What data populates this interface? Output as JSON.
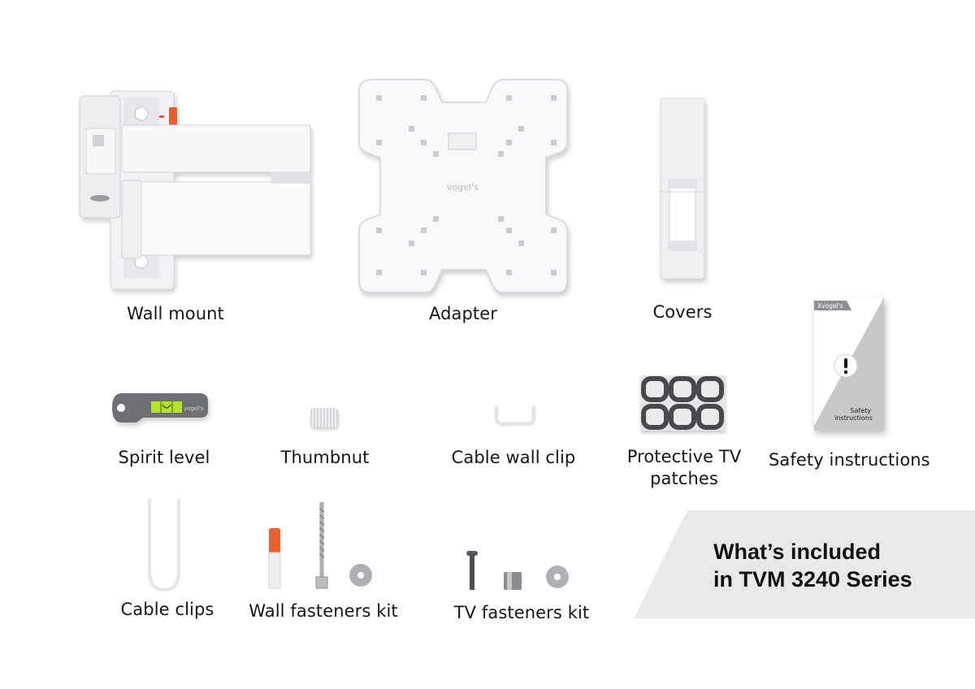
{
  "title": {
    "line1": "What’s included",
    "line2": "in TVM 3240 Series"
  },
  "items": [
    {
      "id": "wall-mount",
      "label": "Wall mount"
    },
    {
      "id": "adapter",
      "label": "Adapter"
    },
    {
      "id": "covers",
      "label": "Covers"
    },
    {
      "id": "safety-instructions",
      "label": "Safety instructions"
    },
    {
      "id": "spirit-level",
      "label": "Spirit level"
    },
    {
      "id": "thumbnut",
      "label": "Thumbnut"
    },
    {
      "id": "cable-wall-clip",
      "label": "Cable wall clip"
    },
    {
      "id": "protective-tv-patches",
      "label": "Protective TV patches"
    },
    {
      "id": "cable-clips",
      "label": "Cable clips"
    },
    {
      "id": "wall-fasteners-kit",
      "label": "Wall fasteners kit"
    },
    {
      "id": "tv-fasteners-kit",
      "label": "TV fasteners kit"
    }
  ],
  "booklet": {
    "brand": "Xvogel's",
    "text_line1": "Safety",
    "text_line2": "instructions",
    "icon": "exclamation-icon"
  },
  "brand_marks": {
    "adapter": "vogel's",
    "spirit_level": "vogel's"
  },
  "colors": {
    "accent_orange": "#e8602c",
    "level_green": "#b6e32a",
    "banner_bg": "#e9e9ec",
    "patch_dark": "#48494d",
    "plastic_white": "#f4f5f7"
  }
}
